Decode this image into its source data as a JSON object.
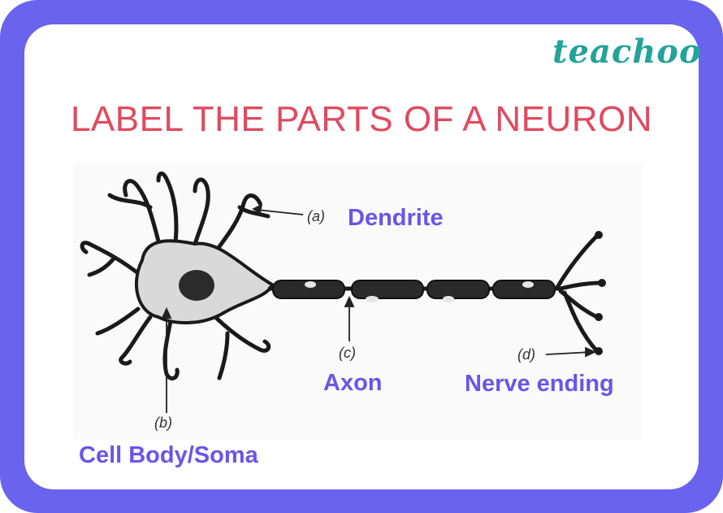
{
  "brand": {
    "logo_text": "teachoo",
    "frame_color": "#6a63ee",
    "logo_color": "#23a39a"
  },
  "title": "LABEL THE PARTS OF A NEURON",
  "markers": {
    "a": "(a)",
    "b": "(b)",
    "c": "(c)",
    "d": "(d)"
  },
  "labels": {
    "dendrite": "Dendrite",
    "cell_body": "Cell Body/Soma",
    "axon": "Axon",
    "nerve_ending": "Nerve ending"
  },
  "colors": {
    "title": "#e04a5f",
    "labels": "#6a55e8"
  }
}
